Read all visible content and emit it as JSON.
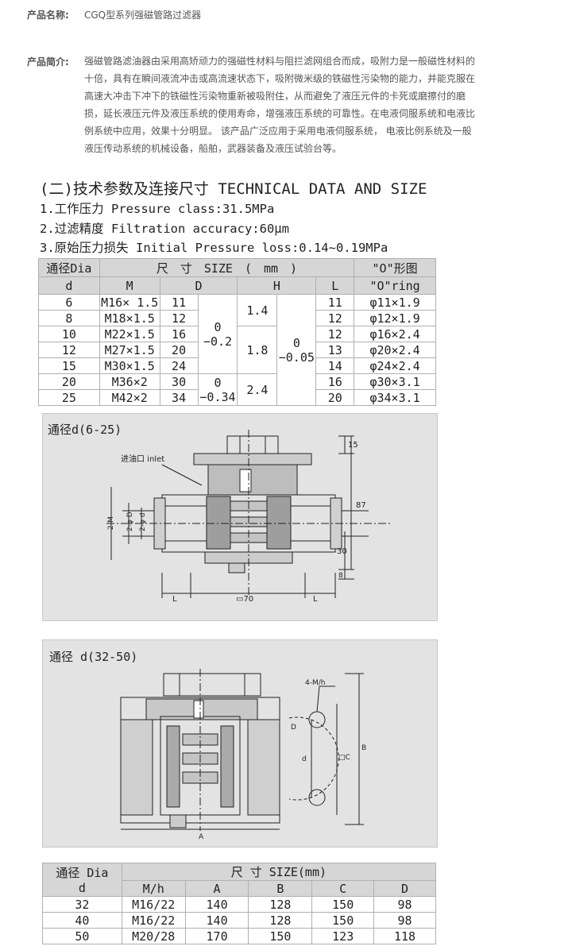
{
  "product": {
    "name_label": "产品名称:",
    "name_value": "CGQ型系列强磁管路过滤器",
    "intro_label": "产品简介:",
    "intro_text": "强磁管路滤油器由采用高矫顽力的强磁性材料与阻拦滤网组合而成，吸附力是一般磁性材料的十倍，具有在瞬间液流冲击或高流速状态下，吸附微米级的铁磁性污染物的能力，并能克服在高速大冲击下冲下的铁磁性污染物重新被吸附住，从而避免了液压元件的卡死或磨擦付的磨损，延长液压元件及液压系统的使用寿命，增强液压系统的可靠性。在电液伺服系统和电液比例系统中应用，效果十分明显。 该产品广泛应用于采用电液伺服系统， 电液比例系统及一般液压传动系统的机械设备，船舶，武器装备及液压试验台等。"
  },
  "technical": {
    "heading": "(二)技术参数及连接尺寸 TECHNICAL DATA AND SIZE",
    "line1": "1.工作压力 Pressure class:31.5MPa",
    "line2": "2.过滤精度 Filtration accuracy:60μm",
    "line3": "3.原始压力损失 Initial Pressure loss:0.14~0.19MPa"
  },
  "table1": {
    "h_dia": "通径Dia",
    "h_d": "d",
    "h_size": "尺　寸　SIZE　(　mm　)",
    "h_oring_1": "\"O\"形图",
    "h_oring_2": "\"O\"ring",
    "h_M": "M",
    "h_D": "D",
    "h_H": "H",
    "h_L": "L",
    "d_tol_a_1": "0",
    "d_tol_a_2": "−0.2",
    "d_tol_b_1": "0",
    "d_tol_b_2": "−0.34",
    "h_val_a": "1.4",
    "h_val_b": "1.8",
    "h_val_c": "2.4",
    "h_tol_1": "0",
    "h_tol_2": "−0.05",
    "rows": [
      {
        "d": "6",
        "M": "M16× 1.5",
        "D": "11",
        "L": "11",
        "oring": "φ11×1.9"
      },
      {
        "d": "8",
        "M": "M18×1.5",
        "D": "12",
        "L": "12",
        "oring": "φ12×1.9"
      },
      {
        "d": "10",
        "M": "M22×1.5",
        "D": "16",
        "L": "12",
        "oring": "φ16×2.4"
      },
      {
        "d": "12",
        "M": "M27×1.5",
        "D": "20",
        "L": "13",
        "oring": "φ20×2.4"
      },
      {
        "d": "15",
        "M": "M30×1.5",
        "D": "24",
        "L": "14",
        "oring": "φ24×2.4"
      },
      {
        "d": "20",
        "M": "M36×2",
        "D": "30",
        "L": "16",
        "oring": "φ30×3.1"
      },
      {
        "d": "25",
        "M": "M42×2",
        "D": "34",
        "L": "20",
        "oring": "φ34×3.1"
      }
    ]
  },
  "drawing1": {
    "title": "通径d(6-25)",
    "inlet": "进油口 inlet",
    "dim_15": "15",
    "dim_87": "87",
    "dim_30": "30",
    "dim_8": "8",
    "dim_70": "▭70",
    "dim_L": "L",
    "dim_2M": "2-M",
    "dim_2phiD": "2-φ D",
    "dim_2phid": "2-φ d"
  },
  "drawing2": {
    "title": "通径 d(32-50)",
    "dim_4Mh": "4-M/h",
    "dim_D": "D",
    "dim_d": "d",
    "dim_C": "□C",
    "dim_B": "B",
    "dim_A": "A"
  },
  "table2": {
    "h_dia": "通径 Dia",
    "h_d": "d",
    "h_size": "尺 寸 SIZE(mm)",
    "h_Mh": "M/h",
    "h_A": "A",
    "h_B": "B",
    "h_C": "C",
    "h_D": "D",
    "rows": [
      {
        "d": "32",
        "Mh": "M16/22",
        "A": "140",
        "B": "128",
        "C": "150",
        "D": "98"
      },
      {
        "d": "40",
        "Mh": "M16/22",
        "A": "140",
        "B": "128",
        "C": "150",
        "D": "98"
      },
      {
        "d": "50",
        "Mh": "M20/28",
        "A": "170",
        "B": "150",
        "C": "123",
        "D": "118"
      }
    ]
  },
  "colors": {
    "panel_bg": "#e3e3e3",
    "table_header_bg": "#d6d6d6",
    "line": "#222222"
  }
}
